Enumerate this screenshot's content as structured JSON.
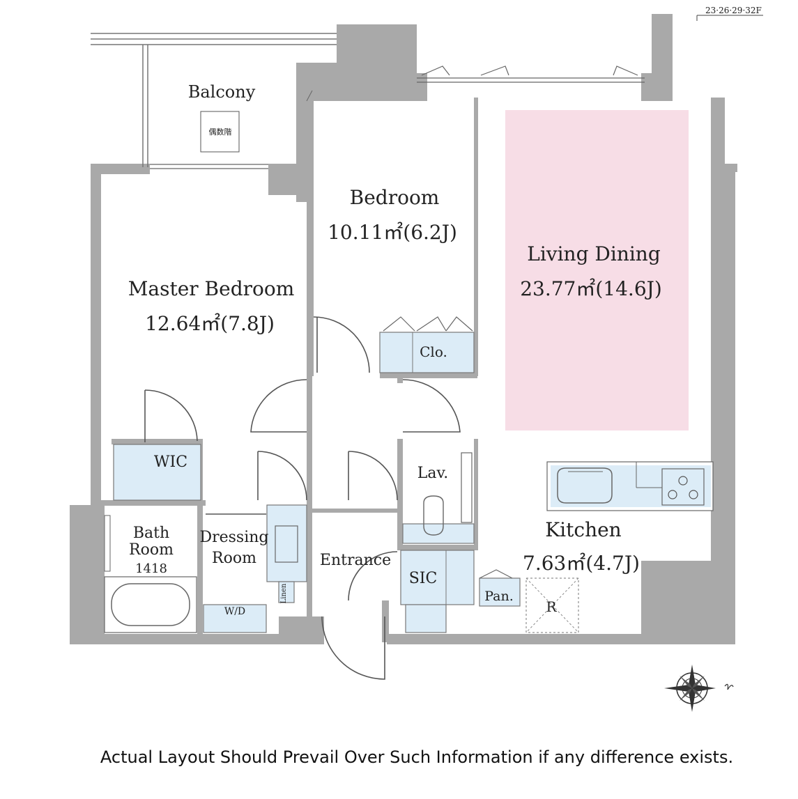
{
  "floors": "23·26·29·32F",
  "balcony": {
    "label": "Balcony",
    "sub_label": "偶数階"
  },
  "rooms": {
    "bedroom": {
      "name": "Bedroom",
      "area": "10.11㎡(6.2J)"
    },
    "living": {
      "name": "Living Dining",
      "area": "23.77㎡(14.6J)"
    },
    "master": {
      "name": "Master Bedroom",
      "area": "12.64㎡(7.8J)"
    },
    "closet": "Clo.",
    "wic": "WIC",
    "lav": "Lav.",
    "kitchen": {
      "name": "Kitchen",
      "area": "7.63㎡(4.7J)"
    },
    "bath": {
      "line1": "Bath",
      "line2": "Room",
      "line3": "1418"
    },
    "dressing": {
      "line1": "Dressing",
      "line2": "Room"
    },
    "entrance": "Entrance",
    "sic": "SIC",
    "pantry": "Pan.",
    "fridge": "R",
    "washer": "W/D",
    "linen": "Linen"
  },
  "icons": {
    "compass": "compass-icon",
    "north_mark": "north-mark-icon"
  },
  "colors": {
    "wall": "#a9a9a9",
    "living_highlight": "#f7dde6",
    "fixture_blue": "#dcecf7"
  },
  "footer": "Actual Layout Should Prevail Over Such Information if any difference exists."
}
